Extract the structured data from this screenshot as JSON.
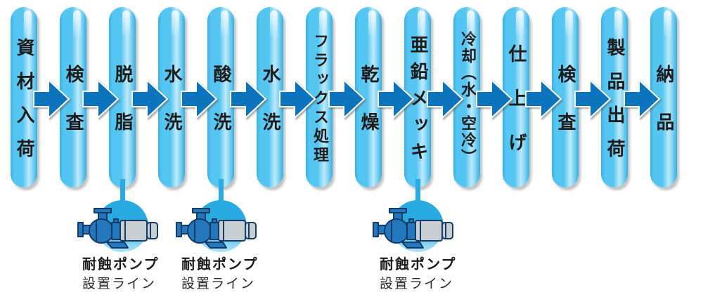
{
  "diagram": {
    "name": "galvanizing-process-flow",
    "steps": [
      {
        "label": "資材入荷",
        "pump": false
      },
      {
        "label": "検査",
        "pump": false
      },
      {
        "label": "脱脂",
        "pump": true
      },
      {
        "label": "水洗",
        "pump": false
      },
      {
        "label": "酸洗",
        "pump": true
      },
      {
        "label": "水洗",
        "pump": false
      },
      {
        "label": "フラックス処理",
        "pump": false
      },
      {
        "label": "乾燥",
        "pump": false
      },
      {
        "label": "亜鉛メッキ",
        "pump": true
      },
      {
        "label": "冷却（水・空冷）",
        "pump": false
      },
      {
        "label": "仕上げ",
        "pump": false
      },
      {
        "label": "検査",
        "pump": false
      },
      {
        "label": "製品出荷",
        "pump": false
      },
      {
        "label": "納品",
        "pump": false
      }
    ],
    "pump_note": {
      "line1": "耐蝕ポンプ",
      "line2": "設置ライン"
    },
    "colors": {
      "capsule": "#55c6f2",
      "capsule_highlight": "#bce9fb",
      "arrow": "#0c74bd",
      "arrow_outline": "#ffffff",
      "pump_circle": "#29abe2",
      "pump_circle_light": "#b0e5f8",
      "pump_body": "#2577bd",
      "pump_dark": "#143a66",
      "motor_gray": "#c9ced2",
      "motor_light": "#e9ebec",
      "text": "#1c1c1c"
    }
  }
}
